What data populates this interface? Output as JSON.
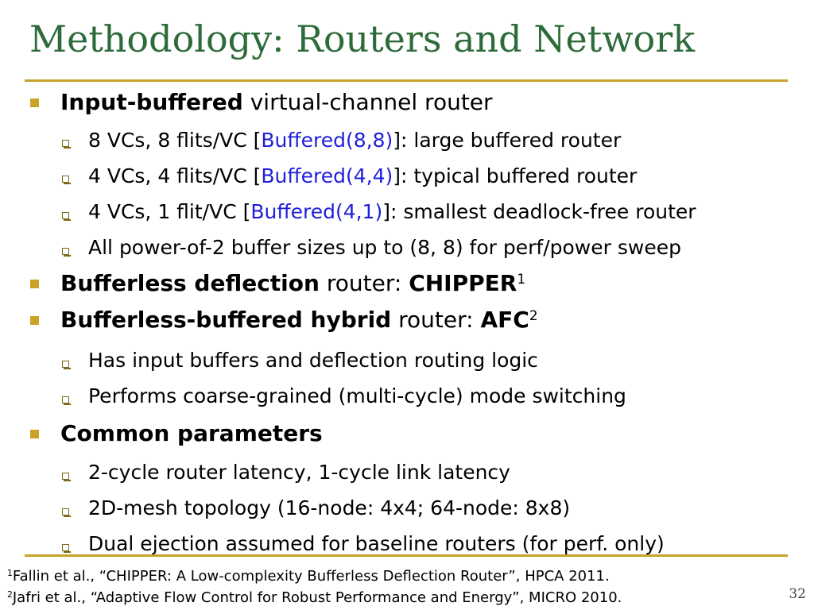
{
  "slide": {
    "title": "Methodology: Routers and Network",
    "page_number": "32"
  },
  "bullets": {
    "b1": {
      "bold": "Input-buffered",
      "rest": " virtual-channel router"
    },
    "b1_1": {
      "pre": "8 VCs, 8 flits/VC [",
      "link": "Buffered(8,8)",
      "post": "]: large buffered router"
    },
    "b1_2": {
      "pre": "4 VCs, 4 flits/VC [",
      "link": "Buffered(4,4)",
      "post": "]: typical buffered router"
    },
    "b1_3": {
      "pre": "4 VCs, 1 flit/VC [",
      "link": "Buffered(4,1)",
      "post": "]: smallest deadlock-free router"
    },
    "b1_4": {
      "text": "All power-of-2 buffer sizes up to (8, 8) for perf/power sweep"
    },
    "b2": {
      "bold": "Bufferless deflection",
      "mid": " router: ",
      "bold2": "CHIPPER",
      "sup": "1"
    },
    "b3": {
      "bold": "Bufferless-buffered hybrid",
      "mid": " router: ",
      "bold2": "AFC",
      "sup": "2"
    },
    "b3_1": {
      "text": "Has input buffers and deflection routing logic"
    },
    "b3_2": {
      "text": "Performs coarse-grained (multi-cycle) mode switching"
    },
    "b4": {
      "bold": "Common parameters"
    },
    "b4_1": {
      "text": "2-cycle router latency, 1-cycle link latency"
    },
    "b4_2": {
      "text": "2D-mesh topology (16-node: 4x4; 64-node: 8x8)"
    },
    "b4_3": {
      "text": "Dual ejection assumed for baseline routers (for perf. only)"
    }
  },
  "footnotes": {
    "f1": {
      "num": "1",
      "text": "Fallin et al., “CHIPPER: A Low-complexity Bufferless Deflection Router”, HPCA 2011."
    },
    "f2": {
      "num": "2",
      "text": "Jafri et al., “Adaptive Flow Control for Robust Performance and Energy”, MICRO 2010."
    }
  },
  "colors": {
    "title": "#2e6b3a",
    "rule": "#c9a228",
    "link": "#1f1fd9"
  }
}
